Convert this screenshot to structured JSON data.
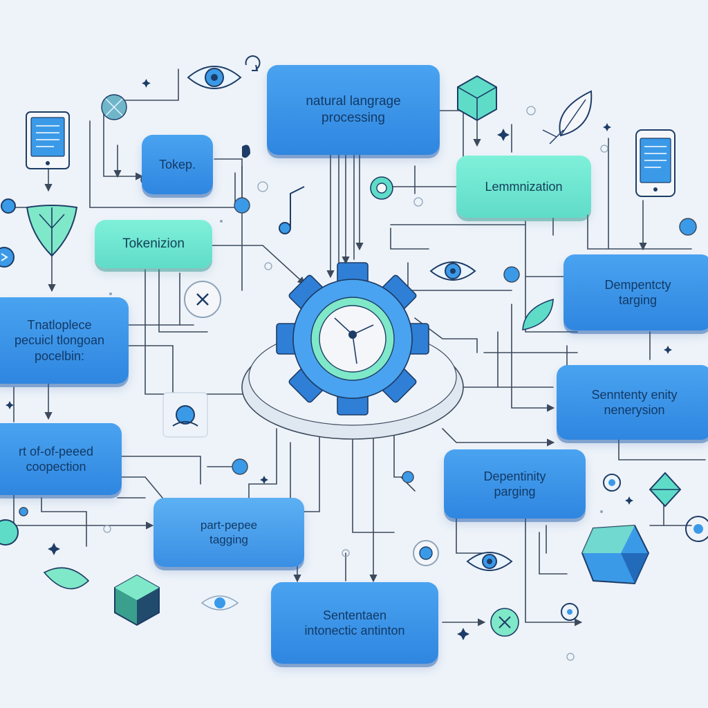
{
  "nodes": {
    "nlp": [
      "natural langrage",
      "processing"
    ],
    "tokep": [
      "Tokep."
    ],
    "tokenization": [
      "Tokenizion"
    ],
    "lemmatization": [
      "Lemmnization"
    ],
    "translation": [
      "Tnatloplece",
      "pecuicl tlongoan",
      "pocelbin:"
    ],
    "part_of_speech": [
      "rt of-of-peeed",
      "coopection"
    ],
    "dependency_tagging": [
      "Dempentcty",
      "targing"
    ],
    "sentiment_entity": [
      "Senntenty enity",
      "nenerysion"
    ],
    "dependency_parsing": [
      "Depentinity",
      "parging"
    ],
    "part_tagging": [
      "part-pepee",
      "tagging"
    ],
    "sentiment_intention": [
      "Sententaen",
      "intonectic antinton"
    ]
  },
  "colors": {
    "background": "#eef3f9",
    "box_blue": "#3a93e8",
    "box_mint": "#6fe6d2",
    "wire": "#3c4a5c",
    "accent_dot": "#3b9ae8",
    "gear_blue": "#3f8fe6",
    "gear_green": "#7fe8c8"
  },
  "icons": [
    "gear-icon",
    "eye-icon",
    "tablet-icon",
    "smartphone-icon",
    "leaf-icon",
    "cube-icon",
    "music-note-icon",
    "refresh-icon",
    "sparkle-icon",
    "compass-icon",
    "gem-icon"
  ]
}
